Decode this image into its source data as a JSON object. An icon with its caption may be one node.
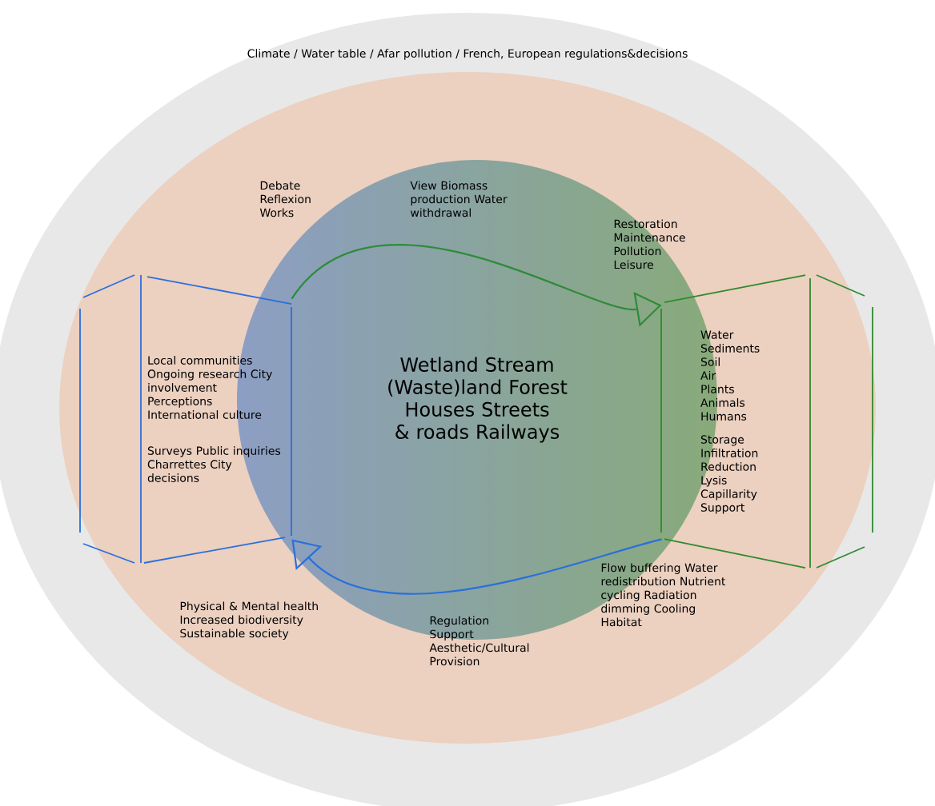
{
  "diagram": {
    "nodes": [
      {
        "text": [
          "Local communities Ongoing research City involvement Perceptions International culture",
          "Surveys Public inquiries Charrettes City decisions"
        ]
      },
      {
        "text": [
          "Wetland Stream (Waste)land Forest Houses Streets & roads Railways"
        ]
      },
      {
        "text": [
          "Water Sediments Soil Air Plants Animals Humans",
          "Storage Infiltration Reduction Lysis Capillarity Support"
        ]
      }
    ],
    "edges": [
      {
        "from": 0,
        "to": 2,
        "arrow": "to",
        "label": "View Biomass production Water withdrawal",
        "color": "#2e8b3a"
      },
      {
        "from": 2,
        "to": 0,
        "arrow": "to",
        "label": "Regulation Support Aesthetic/Cultural Provision",
        "color": "#2a6fdc"
      }
    ],
    "labels": [
      "Climate / Water table / Afar pollution / French, European regulations&decisions",
      "Debate Reflexion Works",
      "Restoration Maintenance Pollution Leisure",
      "Flow buffering Water redistribution Nutrient cycling Radiation dimming Cooling Habitat",
      "Physical & Mental health Increased biodiversity Sustainable society"
    ]
  }
}
